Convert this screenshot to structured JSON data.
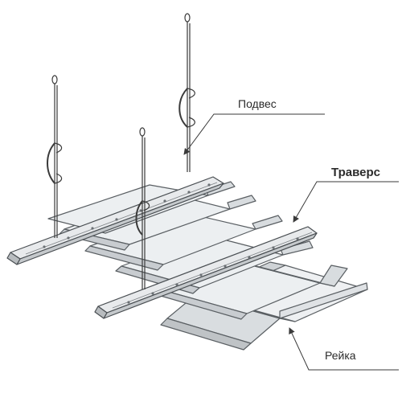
{
  "labels": {
    "hanger": "Подвес",
    "traverse": "Траверс",
    "slat": "Рейка"
  },
  "colors": {
    "line": "#3a3a3a",
    "panel_fill": "#eceff1",
    "panel_shade": "#d7dbde",
    "traverse_fill": "#e6e8ea",
    "background": "#ffffff"
  }
}
